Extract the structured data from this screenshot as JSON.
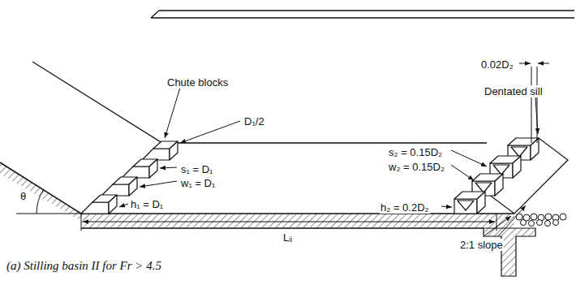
{
  "diagram": {
    "caption": "(a) Stilling basin II for Fr > 4.5",
    "labels": [
      "Chute blocks",
      "D₁/2",
      "s₁ = D₁",
      "w₁ = D₁",
      "h₁ = D₁",
      "θ",
      "Lᵢᵢ",
      "Dentated sill",
      "0.02D₂",
      "s₂ = 0.15D₂",
      "w₂ = 0.15D₂",
      "h₂ = 0.2D₂",
      "2:1 slope"
    ]
  }
}
